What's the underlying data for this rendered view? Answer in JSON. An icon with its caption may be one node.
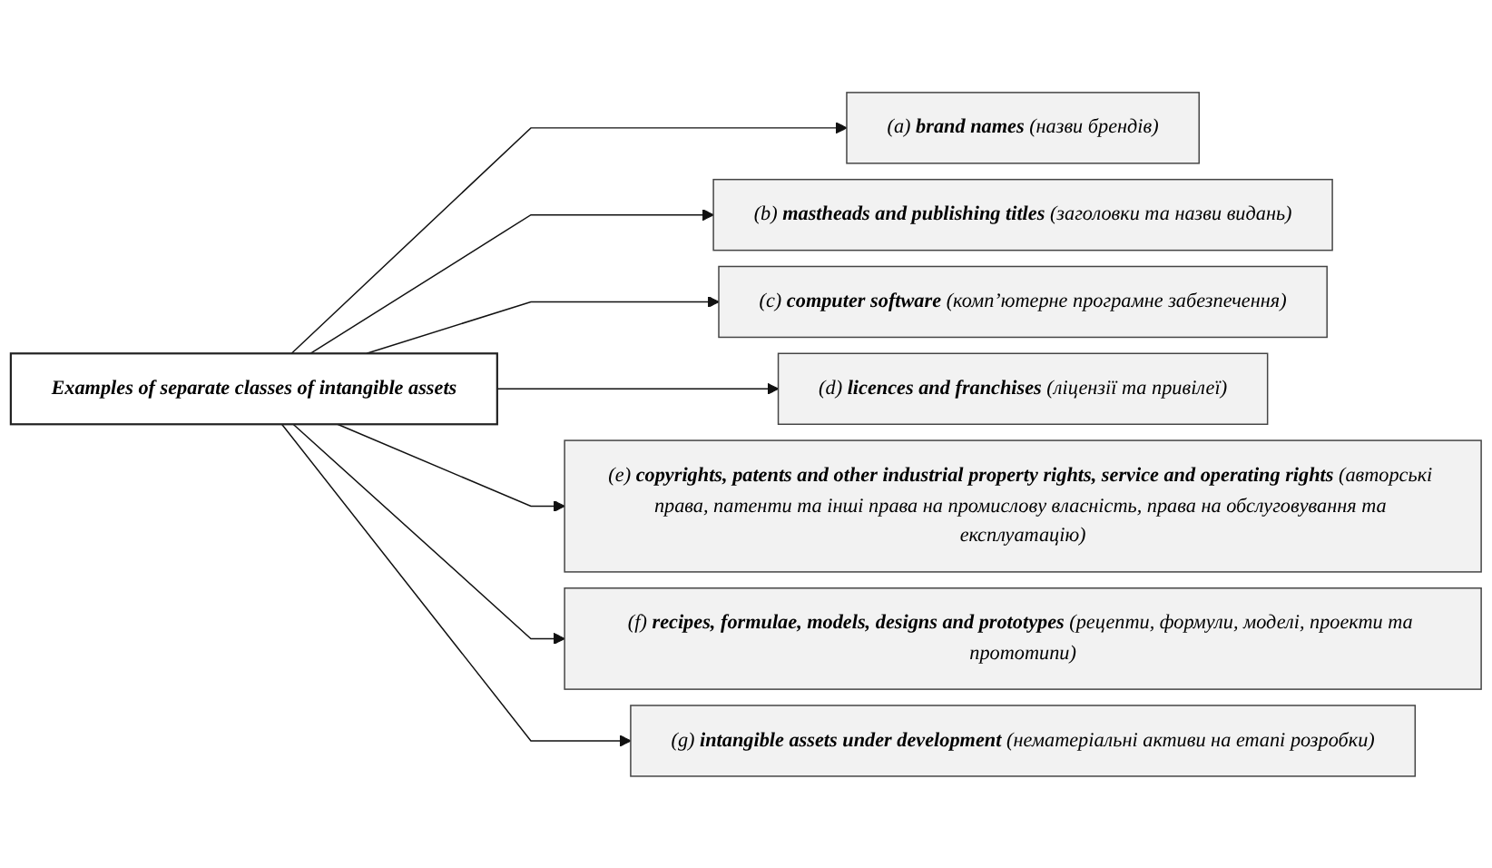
{
  "diagram": {
    "nodes": [
      {
        "text": [
          "Examples of separate classes of intangible assets"
        ]
      },
      {
        "text": [
          "(a) **brand names** (назви брендів)"
        ]
      },
      {
        "text": [
          "(b) **mastheads and publishing titles** (заголовки та назви видань)"
        ]
      },
      {
        "text": [
          "(c) **computer software** (комп’ютерне програмне забезпечення)"
        ]
      },
      {
        "text": [
          "(d) **licences and franchises** (ліцензії та привілеї)"
        ]
      },
      {
        "text": [
          "(e) **copyrights, patents and other industrial property rights, service and operating rights** (авторські права, патенти та інші права на промислову власність, права на обслуговування та експлуатацію)"
        ]
      },
      {
        "text": [
          "(f) **recipes, formulae, models, designs and prototypes** (рецепти, формули, моделі, проекти та прототипи)"
        ]
      },
      {
        "text": [
          "(g) **intangible assets under development** (нематеріальні активи на етапі розробки)"
        ]
      }
    ],
    "edges": [
      {
        "from": 0,
        "to": 1,
        "arrow": "to"
      },
      {
        "from": 0,
        "to": 2,
        "arrow": "to"
      },
      {
        "from": 0,
        "to": 3,
        "arrow": "to"
      },
      {
        "from": 0,
        "to": 4,
        "arrow": "to"
      },
      {
        "from": 0,
        "to": 5,
        "arrow": "to"
      },
      {
        "from": 0,
        "to": 6,
        "arrow": "to"
      },
      {
        "from": 0,
        "to": 7,
        "arrow": "to"
      }
    ]
  }
}
